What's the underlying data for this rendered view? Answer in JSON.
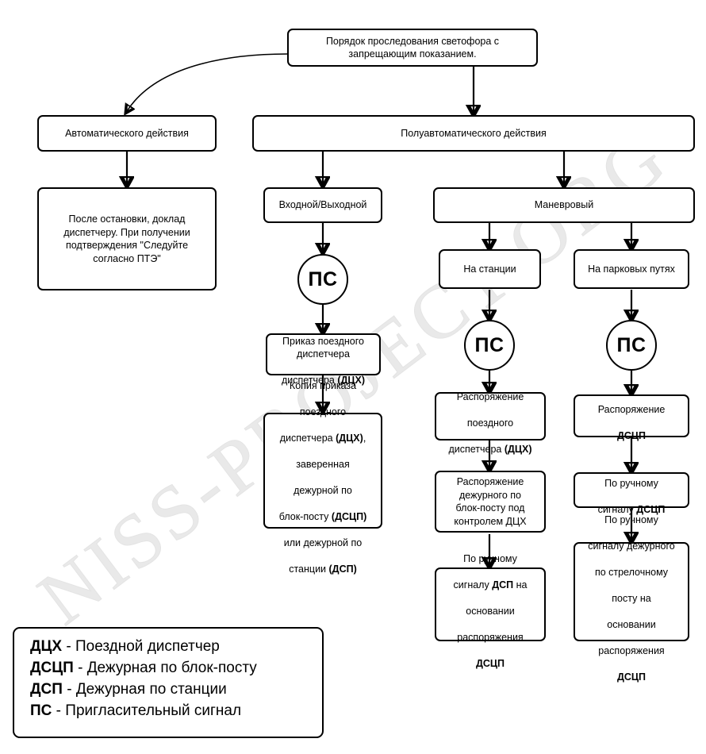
{
  "diagram": {
    "title": "Порядок проследования светофора с запрещающим показанием.",
    "watermark": "NISS-PROJECT.ORG"
  },
  "nodes": {
    "root": "Порядок проследования светофора с\nзапрещающим показанием.",
    "automatic": "Автоматического действия",
    "automatic_action": "После остановки, доклад\nдиспетчеру. При получении\nподтверждения \"Следуйте\nсогласно ПТЭ\"",
    "semiautomatic": "Полуавтоматического действия",
    "entry_exit": "Входной/Выходной",
    "shunting": "Маневровый",
    "at_station": "На станции",
    "at_park_tracks": "На парковых путях",
    "signal_ps": "ПС",
    "order_dispatcher_pre": "Приказ поездного\nдиспетчера ",
    "order_dispatcher_bold": "(ДЦХ)",
    "copy_order": {
      "l1": "Копия приказа",
      "l2": "поездного",
      "l3_pre": "диспетчера ",
      "l3_bold": "(ДЦХ)",
      "l3_post": ",",
      "l4": "заверенная",
      "l5": "дежурной по",
      "l6_pre": "блок-посту ",
      "l6_bold": "(ДСЦП)",
      "l7": "или дежурной по",
      "l8_pre": "станции ",
      "l8_bold": "(ДСП)"
    },
    "station_order_dispatcher": {
      "l1": "Распоряжение",
      "l2": "поездного",
      "l3_pre": "диспетчера ",
      "l3_bold": "(ДЦХ)"
    },
    "station_order_duty": "Распоряжение\nдежурного по\nблок-посту под\nконтролем ДЦХ",
    "station_manual_signal": {
      "l1": "По ручному",
      "l2_pre": "сигналу ",
      "l2_bold": "ДСП",
      "l2_post": " на",
      "l3": "основании",
      "l4": "распоряжения",
      "l5_bold": "ДСЦП"
    },
    "park_order_dscp": {
      "l1": "Распоряжение",
      "l2_bold": "ДСЦП"
    },
    "park_manual_signal": {
      "l1": "По ручному",
      "l2_pre": "сигналу ",
      "l2_bold": "ДСЦП"
    },
    "park_manual_signal_duty": {
      "l1": "По ручному",
      "l2": "сигналу дежурного",
      "l3": "по стрелочному",
      "l4": "посту на",
      "l5": "основании",
      "l6": "распоряжения",
      "l7_bold": "ДСЦП"
    }
  },
  "legend": {
    "items": [
      {
        "abbr": "ДЦХ",
        "sep": " - ",
        "text": "Поездной диспетчер"
      },
      {
        "abbr": "ДСЦП",
        "sep": " - ",
        "text": "Дежурная по блок-посту"
      },
      {
        "abbr": "ДСП",
        "sep": " - ",
        "text": "Дежурная по станции"
      },
      {
        "abbr": "ПС",
        "sep": " - ",
        "text": "Пригласительный сигнал"
      }
    ]
  },
  "colors": {
    "stroke": "#000000",
    "fill": "#ffffff",
    "watermark": "#e9e9e9"
  }
}
